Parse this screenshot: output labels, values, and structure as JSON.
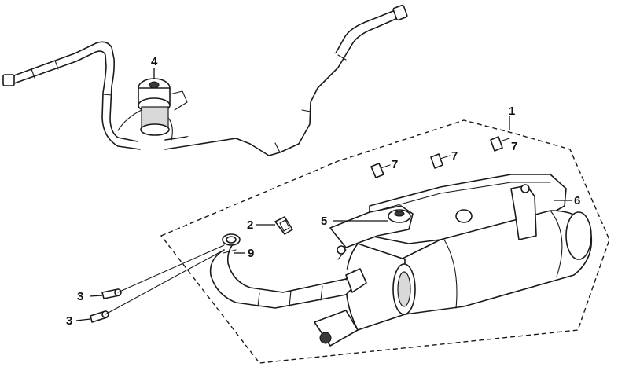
{
  "callouts": {
    "c1": "1",
    "c2": "2",
    "c3a": "3",
    "c3b": "3",
    "c4": "4",
    "c5": "5",
    "c6": "6",
    "c7a": "7",
    "c7b": "7",
    "c7c": "7",
    "c9": "9"
  }
}
